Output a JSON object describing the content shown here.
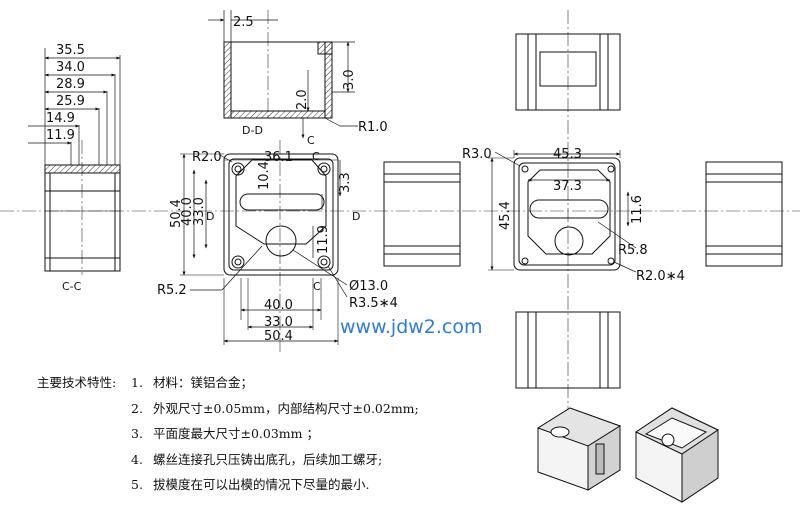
{
  "section_cc": {
    "label": "C-C",
    "dims": [
      "35.5",
      "34.0",
      "28.9",
      "25.9",
      "14.9",
      "11.9"
    ]
  },
  "section_dd": {
    "label": "D-D",
    "dim_top": "2.5",
    "dim_wall": "3.0",
    "dim_inner": "2.0",
    "radius": "R1.0",
    "cut_mark": "C"
  },
  "bottom_view": {
    "r_corner": "R2.0",
    "w_top": "36.1",
    "h_outer": "50.4",
    "h_mid": "40.0",
    "h_inner": "33.0",
    "d_slot": "10.4",
    "d_edge": "3.3",
    "d_hole_off": "11.9",
    "r_outer": "R5.2",
    "hole_dia": "Ø13.0",
    "holes": "R3.5∗4",
    "w_bot1": "40.0",
    "w_bot2": "33.0",
    "w_bot3": "50.4",
    "cut_marks": [
      "C",
      "D",
      "D",
      "C"
    ]
  },
  "top_view": {
    "r_corner": "R3.0",
    "w_outer": "45.3",
    "w_inner": "37.3",
    "h_left": "45.4",
    "d_right": "11.6",
    "r_inner": "R5.8",
    "holes": "R2.0∗4"
  },
  "watermark": "www.jdw2.com",
  "notes": {
    "lead": "主要技术特性:",
    "items": [
      {
        "num": "1.",
        "text": "材料：镁铝合金；"
      },
      {
        "num": "2.",
        "text": "外观尺寸±0.05mm，内部结构尺寸±0.02mm;"
      },
      {
        "num": "3.",
        "text": "平面度最大尺寸±0.03mm ；"
      },
      {
        "num": "4.",
        "text": "螺丝连接孔只压铸出底孔，后续加工螺牙;"
      },
      {
        "num": "5.",
        "text": "拔模度在可以出模的情况下尽量的最小."
      }
    ]
  }
}
